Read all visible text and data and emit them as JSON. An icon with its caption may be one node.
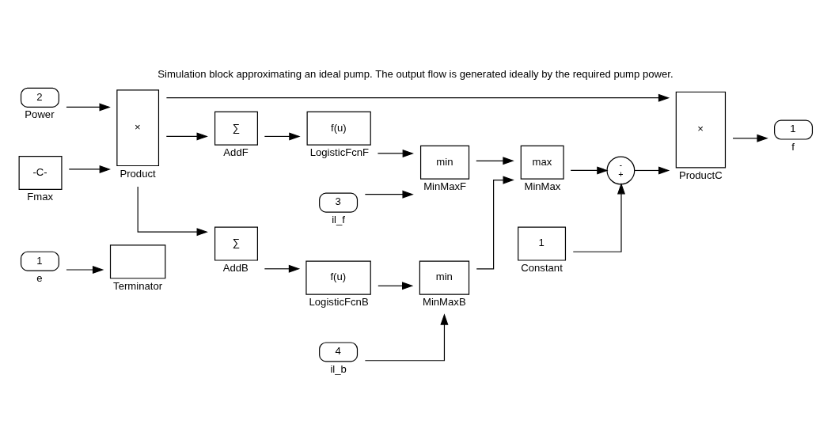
{
  "diagram": {
    "title": "Simulation block approximating an ideal pump. The output flow is generated ideally by the required pump power.",
    "nodes": [
      {
        "text": [
          "1"
        ],
        "beside": [
          "e"
        ]
      },
      {
        "text": [],
        "shape": "box",
        "beside": [
          "Terminator"
        ]
      },
      {
        "text": [
          "2"
        ],
        "beside": [
          "Power"
        ]
      },
      {
        "text": [
          "-C-"
        ],
        "beside": [
          "Fmax"
        ]
      },
      {
        "text": [
          "×"
        ],
        "beside": [
          "Product"
        ]
      },
      {
        "text": [
          "×"
        ],
        "beside": [
          "ProductC"
        ]
      },
      {
        "text": [
          "1"
        ],
        "beside": [
          "f"
        ]
      },
      {
        "text": [
          "∑"
        ],
        "beside": [
          "AddF"
        ]
      },
      {
        "text": [
          "f(u)"
        ],
        "beside": [
          "LogisticFcnF"
        ]
      },
      {
        "text": [
          "3"
        ],
        "beside": [
          "il_f"
        ]
      },
      {
        "text": [
          "min"
        ],
        "beside": [
          "MinMaxF"
        ]
      },
      {
        "text": [
          "max"
        ],
        "beside": [
          "MinMax"
        ]
      },
      {
        "text": [
          "-",
          "+"
        ]
      },
      {
        "text": [
          "∑"
        ],
        "beside": [
          "AddB"
        ]
      },
      {
        "text": [
          "f(u)"
        ],
        "beside": [
          "LogisticFcnB"
        ]
      },
      {
        "text": [
          "4"
        ],
        "beside": [
          "il_b"
        ]
      },
      {
        "text": [
          "min"
        ],
        "beside": [
          "MinMaxB"
        ]
      },
      {
        "text": [
          "1"
        ],
        "beside": [
          "Constant"
        ]
      }
    ],
    "edges": [
      {
        "from": 0,
        "to": 1,
        "arrow": "to"
      },
      {
        "from": 2,
        "to": 4,
        "arrow": "to"
      },
      {
        "from": 3,
        "to": 4,
        "arrow": "to"
      },
      {
        "from": 4,
        "to": 5,
        "arrow": "to"
      },
      {
        "from": 4,
        "to": 7,
        "arrow": "to"
      },
      {
        "from": 4,
        "to": 13,
        "arrow": "to"
      },
      {
        "from": 7,
        "to": 8,
        "arrow": "to"
      },
      {
        "from": 8,
        "to": 10,
        "arrow": "to"
      },
      {
        "from": 9,
        "to": 10,
        "arrow": "to"
      },
      {
        "from": 13,
        "to": 14,
        "arrow": "to"
      },
      {
        "from": 14,
        "to": 16,
        "arrow": "to"
      },
      {
        "from": 15,
        "to": 16,
        "arrow": "to"
      },
      {
        "from": 10,
        "to": 11,
        "arrow": "to"
      },
      {
        "from": 16,
        "to": 11,
        "arrow": "to"
      },
      {
        "from": 11,
        "to": 12,
        "arrow": "to"
      },
      {
        "from": 17,
        "to": 12,
        "arrow": "to"
      },
      {
        "from": 12,
        "to": 5,
        "arrow": "to"
      },
      {
        "from": 5,
        "to": 6,
        "arrow": "to"
      }
    ]
  }
}
